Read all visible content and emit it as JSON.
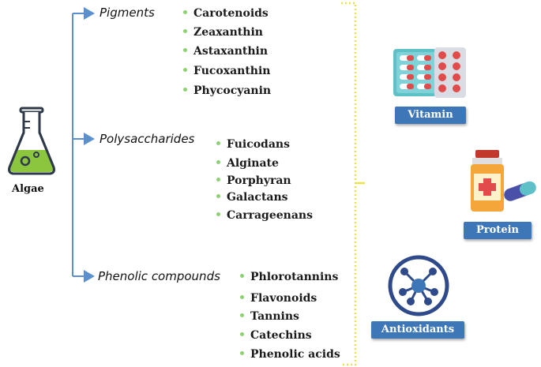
{
  "source": {
    "label": "Algae"
  },
  "categories": [
    {
      "name": "Pigments",
      "items": [
        "Carotenoids",
        "Zeaxanthin",
        "Astaxanthin",
        "Fucoxanthin",
        "Phycocyanin"
      ]
    },
    {
      "name": "Polysaccharides",
      "items": [
        "Fuicodans",
        "Alginate",
        "Porphyran",
        "Galactans",
        "Carrageenans"
      ]
    },
    {
      "name": "Phenolic compounds",
      "items": [
        "Phlorotannins",
        "Flavonoids",
        "Tannins",
        "Catechins",
        "Phenolic acids"
      ]
    }
  ],
  "benefits": [
    "Vitamin",
    "Protein",
    "Antioxidants"
  ],
  "colors": {
    "arrow": "#5b8fce",
    "bullet": "#8fcf73",
    "bracket": "#e9e24a",
    "badge": "#3e77b8",
    "liquid": "#8cc63f",
    "flask_outline": "#2e3a4a"
  },
  "icons": [
    "flask-icon",
    "vitamin-pills-icon",
    "protein-bottle-icon",
    "antioxidant-molecule-icon"
  ]
}
